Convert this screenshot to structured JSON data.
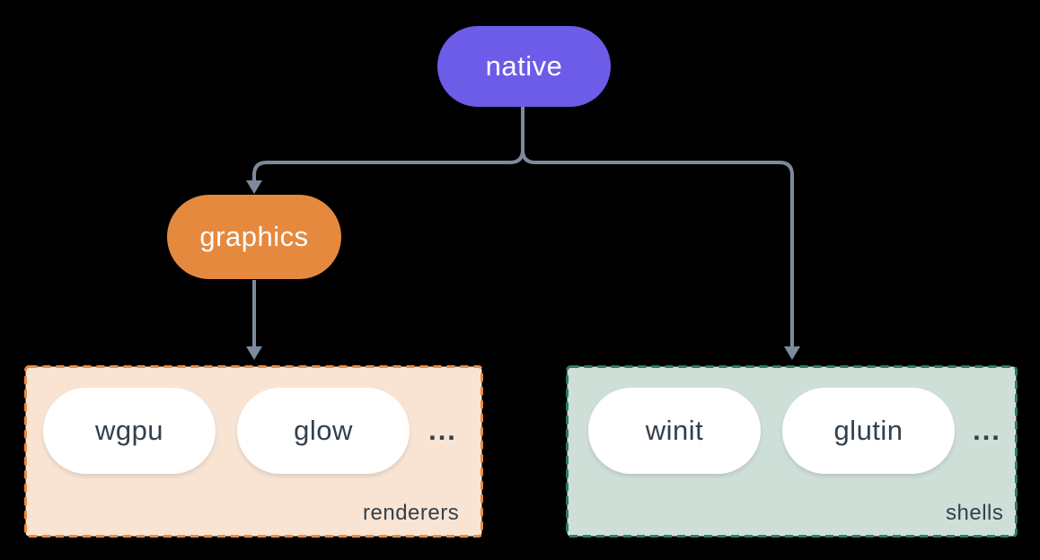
{
  "diagram": {
    "nodes": {
      "native": {
        "label": "native",
        "color": "#6C5CE8",
        "text_color": "#FFFFFF"
      },
      "graphics": {
        "label": "graphics",
        "color": "#E5893E",
        "text_color": "#FFFFFF"
      }
    },
    "groups": {
      "renderers": {
        "label": "renderers",
        "background": "#F9E4D3",
        "border_color": "#EB8A3F",
        "pills": [
          {
            "label": "wgpu"
          },
          {
            "label": "glow"
          }
        ],
        "ellipsis": "..."
      },
      "shells": {
        "label": "shells",
        "background": "#CEDFD8",
        "border_color": "#2B7B6A",
        "pills": [
          {
            "label": "winit"
          },
          {
            "label": "glutin"
          }
        ],
        "ellipsis": "..."
      }
    },
    "edges": [
      {
        "from": "native",
        "to": "graphics"
      },
      {
        "from": "native",
        "to": "shells"
      },
      {
        "from": "graphics",
        "to": "renderers"
      }
    ],
    "styles": {
      "canvas_background": "#000000",
      "connector_color": "#7C8B9B",
      "item_text_color": "#33404D"
    }
  }
}
